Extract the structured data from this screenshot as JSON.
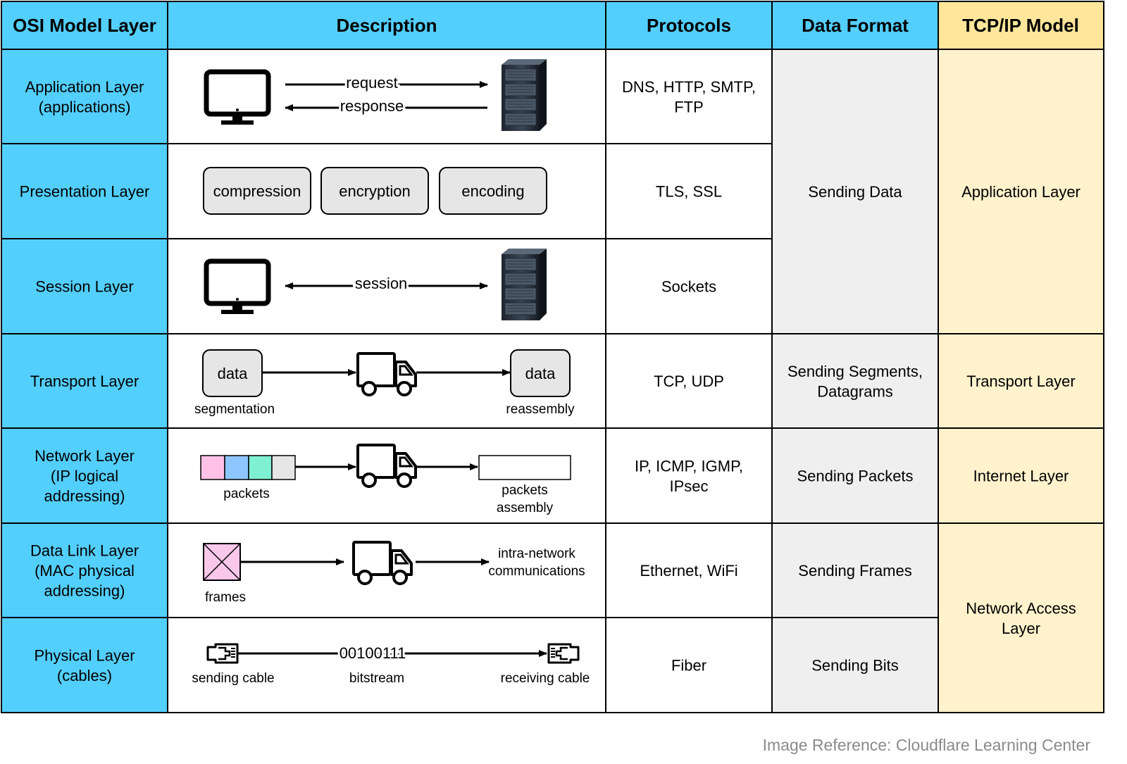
{
  "headers": {
    "osi": "OSI Model Layer",
    "description": "Description",
    "protocols": "Protocols",
    "format": "Data Format",
    "tcpip": "TCP/IP Model"
  },
  "layers": [
    {
      "name": [
        "Application Layer",
        "(applications)"
      ],
      "protocols": [
        "DNS, HTTP, SMTP,",
        "FTP"
      ]
    },
    {
      "name": [
        "Presentation Layer"
      ],
      "protocols": [
        "TLS, SSL"
      ]
    },
    {
      "name": [
        "Session Layer"
      ],
      "protocols": [
        "Sockets"
      ]
    },
    {
      "name": [
        "Transport Layer"
      ],
      "protocols": [
        "TCP, UDP"
      ]
    },
    {
      "name": [
        "Network Layer",
        "(IP logical",
        "addressing)"
      ],
      "protocols": [
        "IP, ICMP, IGMP,",
        "IPsec"
      ]
    },
    {
      "name": [
        "Data Link Layer",
        "(MAC physical",
        "addressing)"
      ],
      "protocols": [
        "Ethernet, WiFi"
      ]
    },
    {
      "name": [
        "Physical Layer",
        "(cables)"
      ],
      "protocols": [
        "Fiber"
      ]
    }
  ],
  "formats": {
    "sending_data": [
      "Sending Data"
    ],
    "segments": [
      "Sending Segments,",
      "Datagrams"
    ],
    "packets": [
      "Sending Packets"
    ],
    "frames": [
      "Sending Frames"
    ],
    "bits": [
      "Sending Bits"
    ]
  },
  "tcpip": {
    "application": [
      "Application Layer"
    ],
    "transport": [
      "Transport Layer"
    ],
    "internet": [
      "Internet Layer"
    ],
    "network_access": [
      "Network Access",
      "Layer"
    ]
  },
  "desc": {
    "app": {
      "request": "request",
      "response": "response"
    },
    "presentation": {
      "compression": "compression",
      "encryption": "encryption",
      "encoding": "encoding"
    },
    "session": {
      "session": "session"
    },
    "transport": {
      "data": "data",
      "segmentation": "segmentation",
      "reassembly": "reassembly"
    },
    "network": {
      "packets": "packets",
      "assembly": [
        "packets",
        "assembly"
      ]
    },
    "datalink": {
      "frames": "frames",
      "intra": [
        "intra-network",
        "communications"
      ]
    },
    "physical": {
      "bits": "00100111",
      "sending": "sending cable",
      "bitstream": "bitstream",
      "receiving": "receiving cable"
    }
  },
  "reference": "Image Reference: Cloudflare Learning Center",
  "colors": {
    "header_blue": "#53CFFE",
    "layer_blue": "#53CFFE",
    "tcpip_header": "#FFE69A",
    "tcpip_cell": "#FFF2CC",
    "format_gray": "#EFEFEF",
    "box_gray": "#E6E6E6",
    "packet_pink": "#FFC2E6",
    "packet_blue": "#8EC6FF",
    "packet_teal": "#80F0D2",
    "packet_gray": "#E6E6E6",
    "frame_pink": "#F9C7EA"
  },
  "icons": [
    "monitor-icon",
    "server-icon",
    "truck-icon",
    "ethernet-port-icon"
  ]
}
